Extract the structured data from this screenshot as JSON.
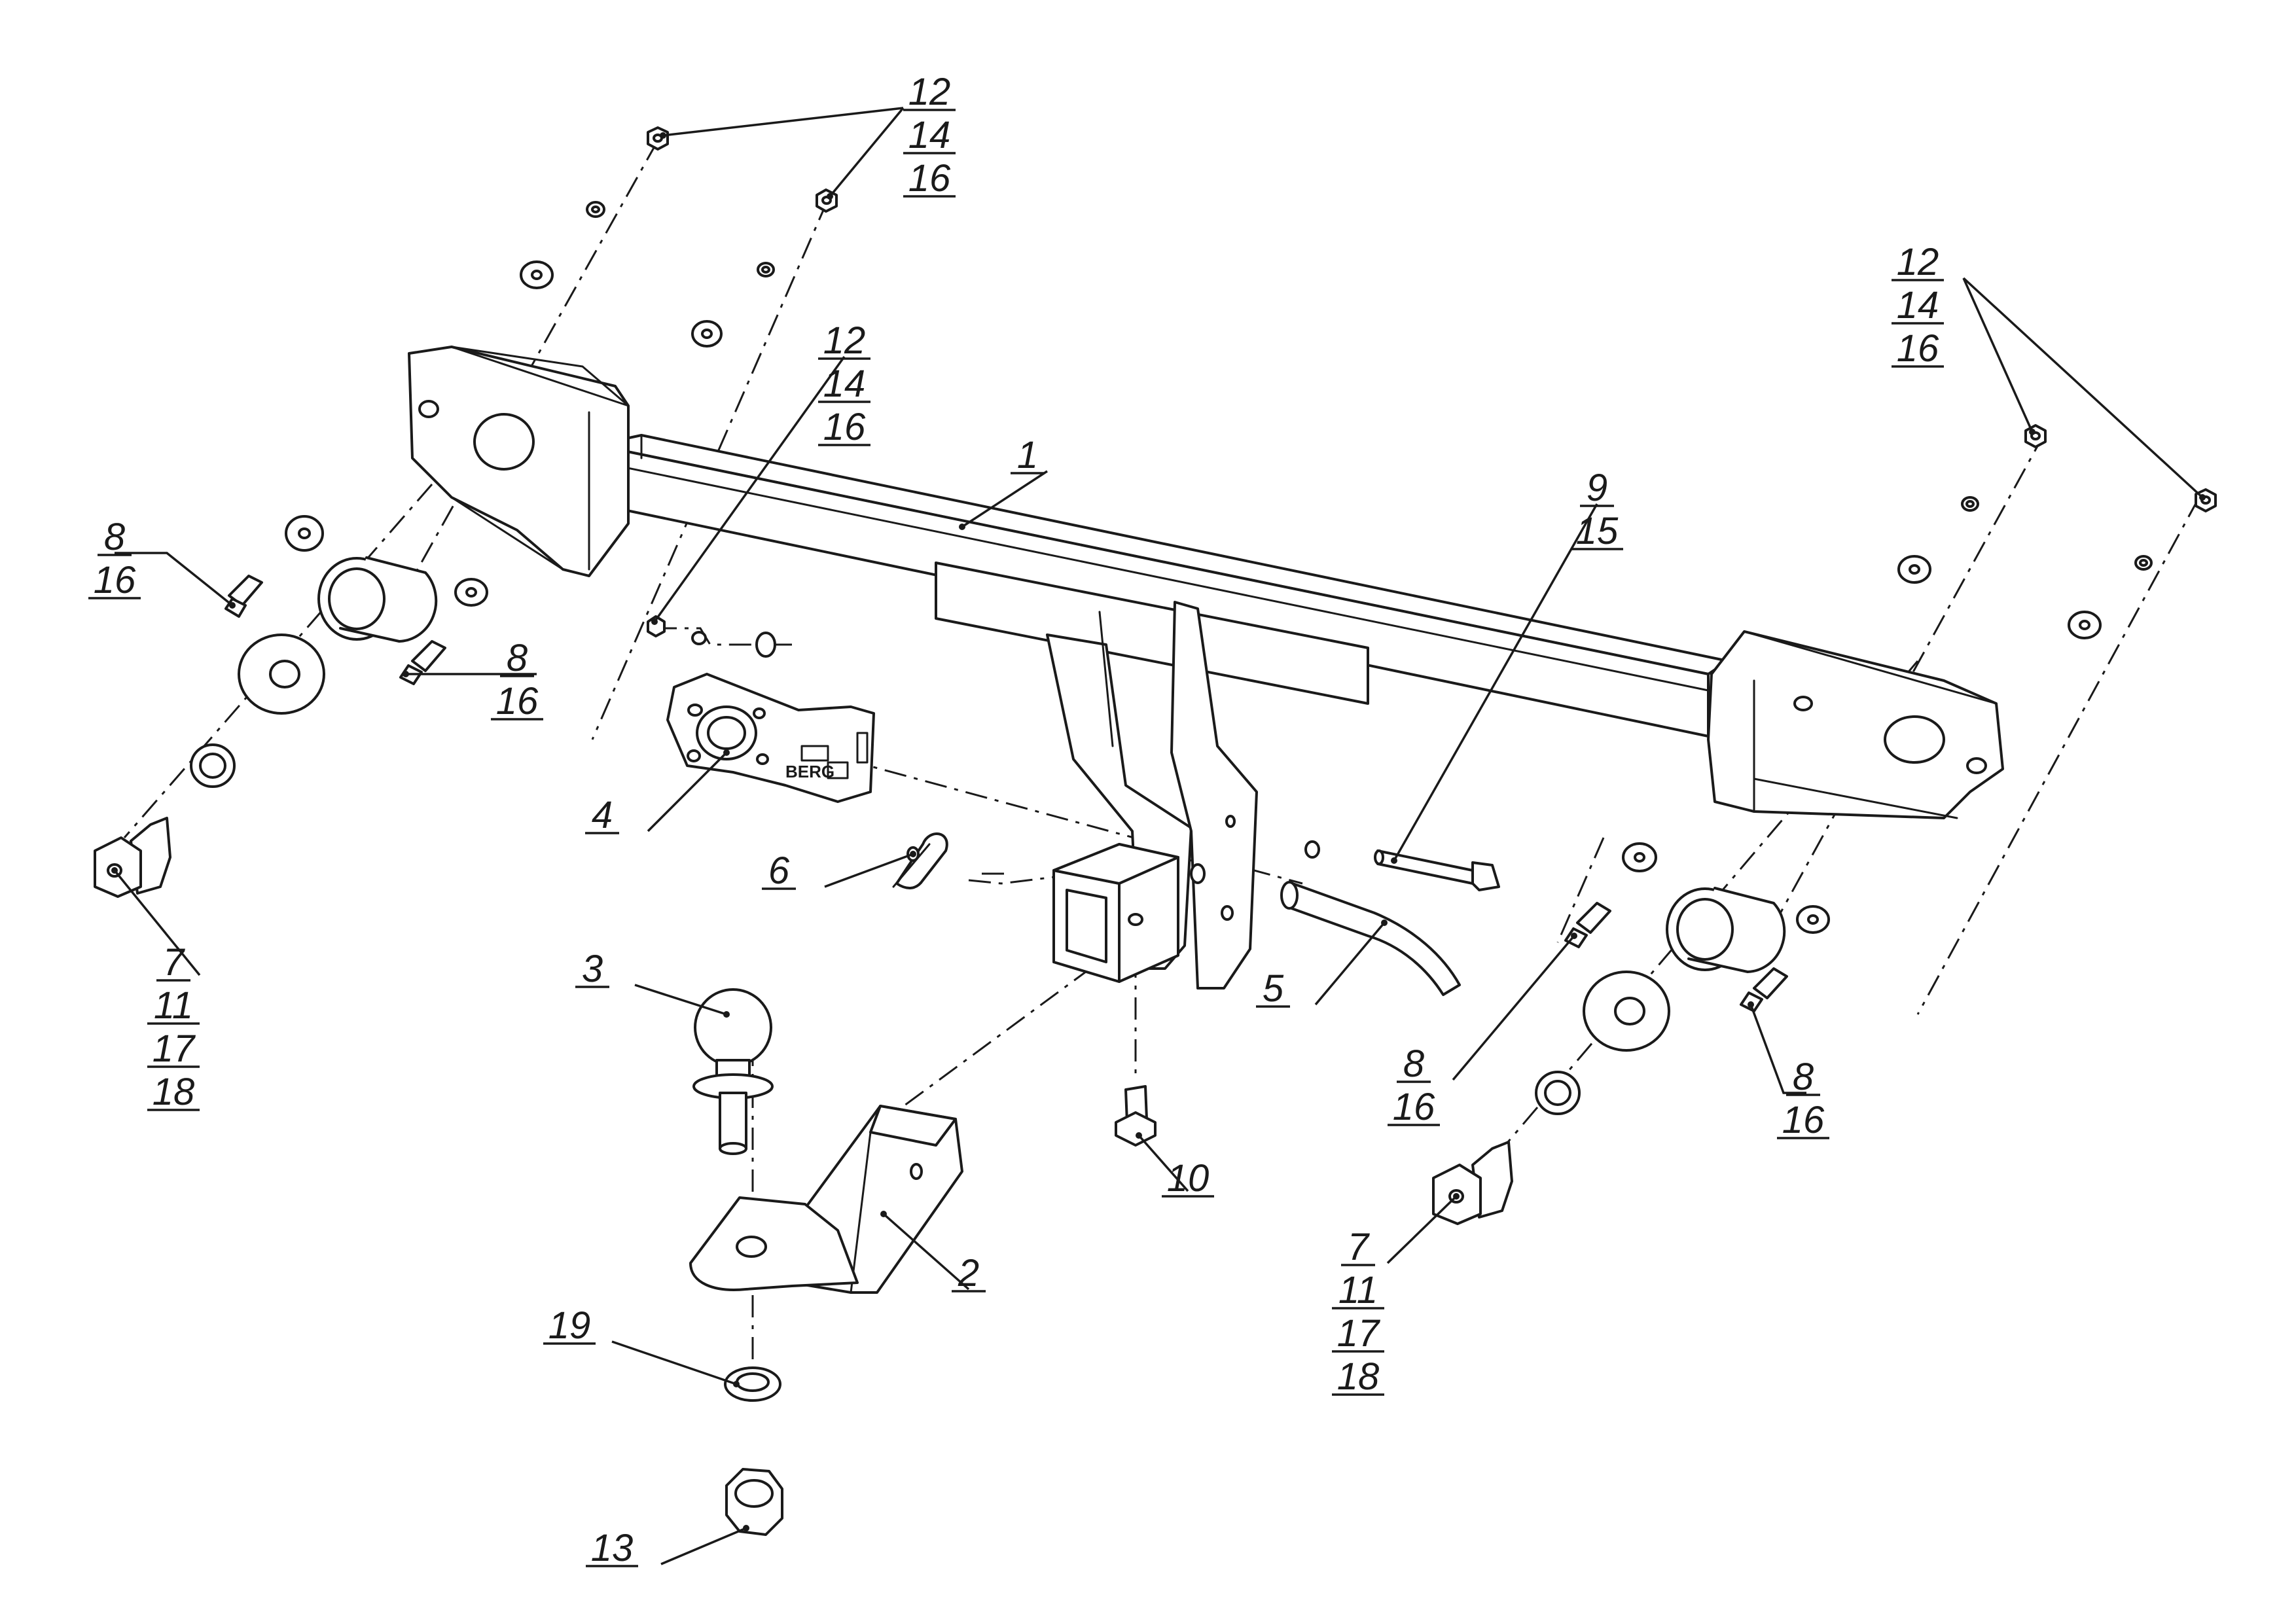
{
  "brand_text": "BERG",
  "callouts": [
    {
      "id": "c-12-14-16-top",
      "lines": [
        "12",
        "14",
        "16"
      ]
    },
    {
      "id": "c-12-14-16-right",
      "lines": [
        "12",
        "14",
        "16"
      ]
    },
    {
      "id": "c-12-14-16-mid",
      "lines": [
        "12",
        "14",
        "16"
      ]
    },
    {
      "id": "c-1",
      "lines": [
        "1"
      ]
    },
    {
      "id": "c-9-15",
      "lines": [
        "9",
        "15"
      ]
    },
    {
      "id": "c-8-16-left",
      "lines": [
        "8",
        "16"
      ]
    },
    {
      "id": "c-8-16-left2",
      "lines": [
        "8",
        "16"
      ]
    },
    {
      "id": "c-4",
      "lines": [
        "4"
      ]
    },
    {
      "id": "c-6",
      "lines": [
        "6"
      ]
    },
    {
      "id": "c-7-11-17-18-left",
      "lines": [
        "7",
        "11",
        "17",
        "18"
      ]
    },
    {
      "id": "c-3",
      "lines": [
        "3"
      ]
    },
    {
      "id": "c-5",
      "lines": [
        "5"
      ]
    },
    {
      "id": "c-8-16-right",
      "lines": [
        "8",
        "16"
      ]
    },
    {
      "id": "c-8-16-right2",
      "lines": [
        "8",
        "16"
      ]
    },
    {
      "id": "c-10",
      "lines": [
        "10"
      ]
    },
    {
      "id": "c-2",
      "lines": [
        "2"
      ]
    },
    {
      "id": "c-7-11-17-18-right",
      "lines": [
        "7",
        "11",
        "17",
        "18"
      ]
    },
    {
      "id": "c-19",
      "lines": [
        "19"
      ]
    },
    {
      "id": "c-13",
      "lines": [
        "13"
      ]
    }
  ]
}
